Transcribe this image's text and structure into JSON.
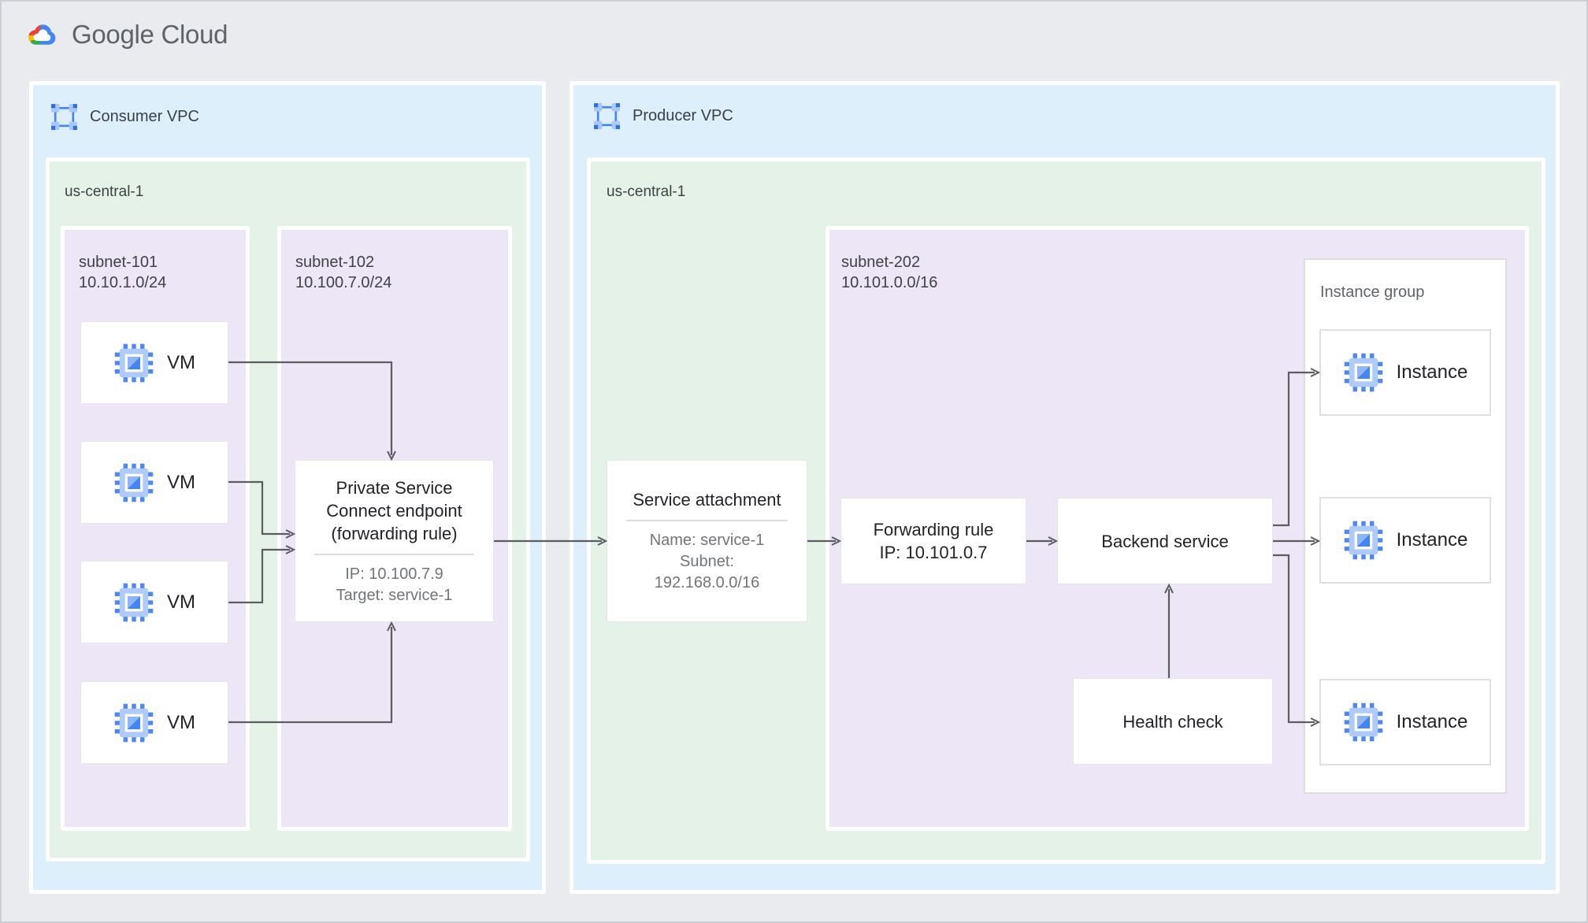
{
  "header": {
    "logo_text": "Google Cloud"
  },
  "consumer_vpc": {
    "label": "Consumer VPC",
    "region_label": "us-central-1",
    "subnet101": {
      "name": "subnet-101",
      "cidr": "10.10.1.0/24",
      "vm_labels": [
        "VM",
        "VM",
        "VM",
        "VM"
      ]
    },
    "subnet102": {
      "name": "subnet-102",
      "cidr": "10.100.7.0/24"
    },
    "psc_endpoint": {
      "title_lines": [
        "Private Service",
        "Connect endpoint",
        "(forwarding rule)"
      ],
      "details": [
        "IP: 10.100.7.9",
        "Target: service-1"
      ]
    }
  },
  "producer_vpc": {
    "label": "Producer VPC",
    "region_label": "us-central-1",
    "service_attachment": {
      "title": "Service attachment",
      "details": [
        "Name: service-1",
        "Subnet:",
        "192.168.0.0/16"
      ]
    },
    "subnet202": {
      "name": "subnet-202",
      "cidr": "10.101.0.0/16"
    },
    "forwarding_rule": {
      "lines": [
        "Forwarding rule",
        "IP: 10.101.0.7"
      ]
    },
    "backend_service": {
      "label": "Backend service"
    },
    "health_check": {
      "label": "Health check"
    },
    "instance_group": {
      "label": "Instance group",
      "instance_labels": [
        "Instance",
        "Instance",
        "Instance"
      ]
    }
  },
  "colors": {
    "page_bg": "#e9ebee",
    "vpc_blue": "#ddeffb",
    "region_green": "#e4f2e8",
    "subnet_purple": "#ece6f6",
    "arrow_gray": "#5b5d60",
    "icon_blue": "#4285f4",
    "icon_light_blue": "#aecbfa",
    "logo_red": "#ea4335",
    "logo_yellow": "#fbbc04",
    "logo_green": "#34a853",
    "logo_blue": "#4285f4"
  }
}
